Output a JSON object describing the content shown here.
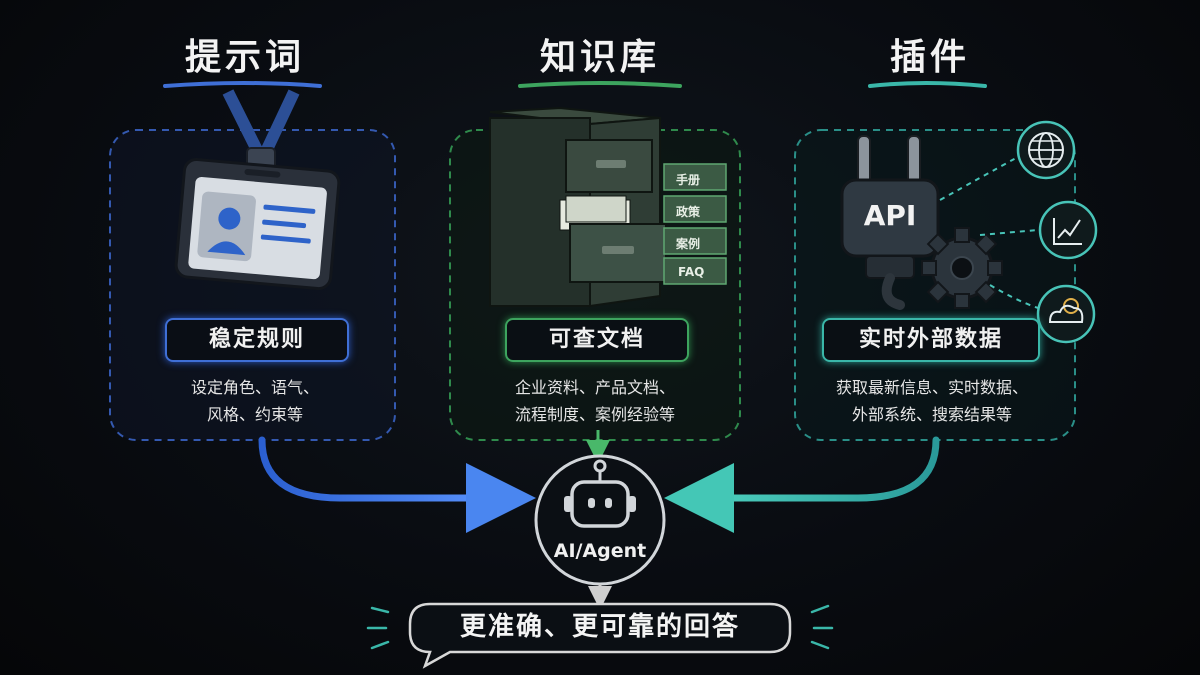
{
  "columns": [
    {
      "title": "提示词",
      "pill": "稳定规则",
      "desc_line1": "设定角色、语气、",
      "desc_line2": "风格、约束等",
      "color": "#3f6fd6"
    },
    {
      "title": "知识库",
      "pill": "可查文档",
      "desc_line1": "企业资料、产品文档、",
      "desc_line2": "流程制度、案例经验等",
      "color": "#3da45e",
      "drawer_tabs": [
        "手册",
        "政策",
        "案例",
        "FAQ"
      ]
    },
    {
      "title": "插件",
      "pill": "实时外部数据",
      "desc_line1": "获取最新信息、实时数据、",
      "desc_line2": "外部系统、搜索结果等",
      "color": "#3ab7a9",
      "plug_label": "API",
      "icons": [
        "globe-icon",
        "chart-icon",
        "weather-icon"
      ]
    }
  ],
  "agent": {
    "label": "AI/Agent",
    "icon": "robot-icon"
  },
  "result": {
    "text": "更准确、更可靠的回答"
  }
}
